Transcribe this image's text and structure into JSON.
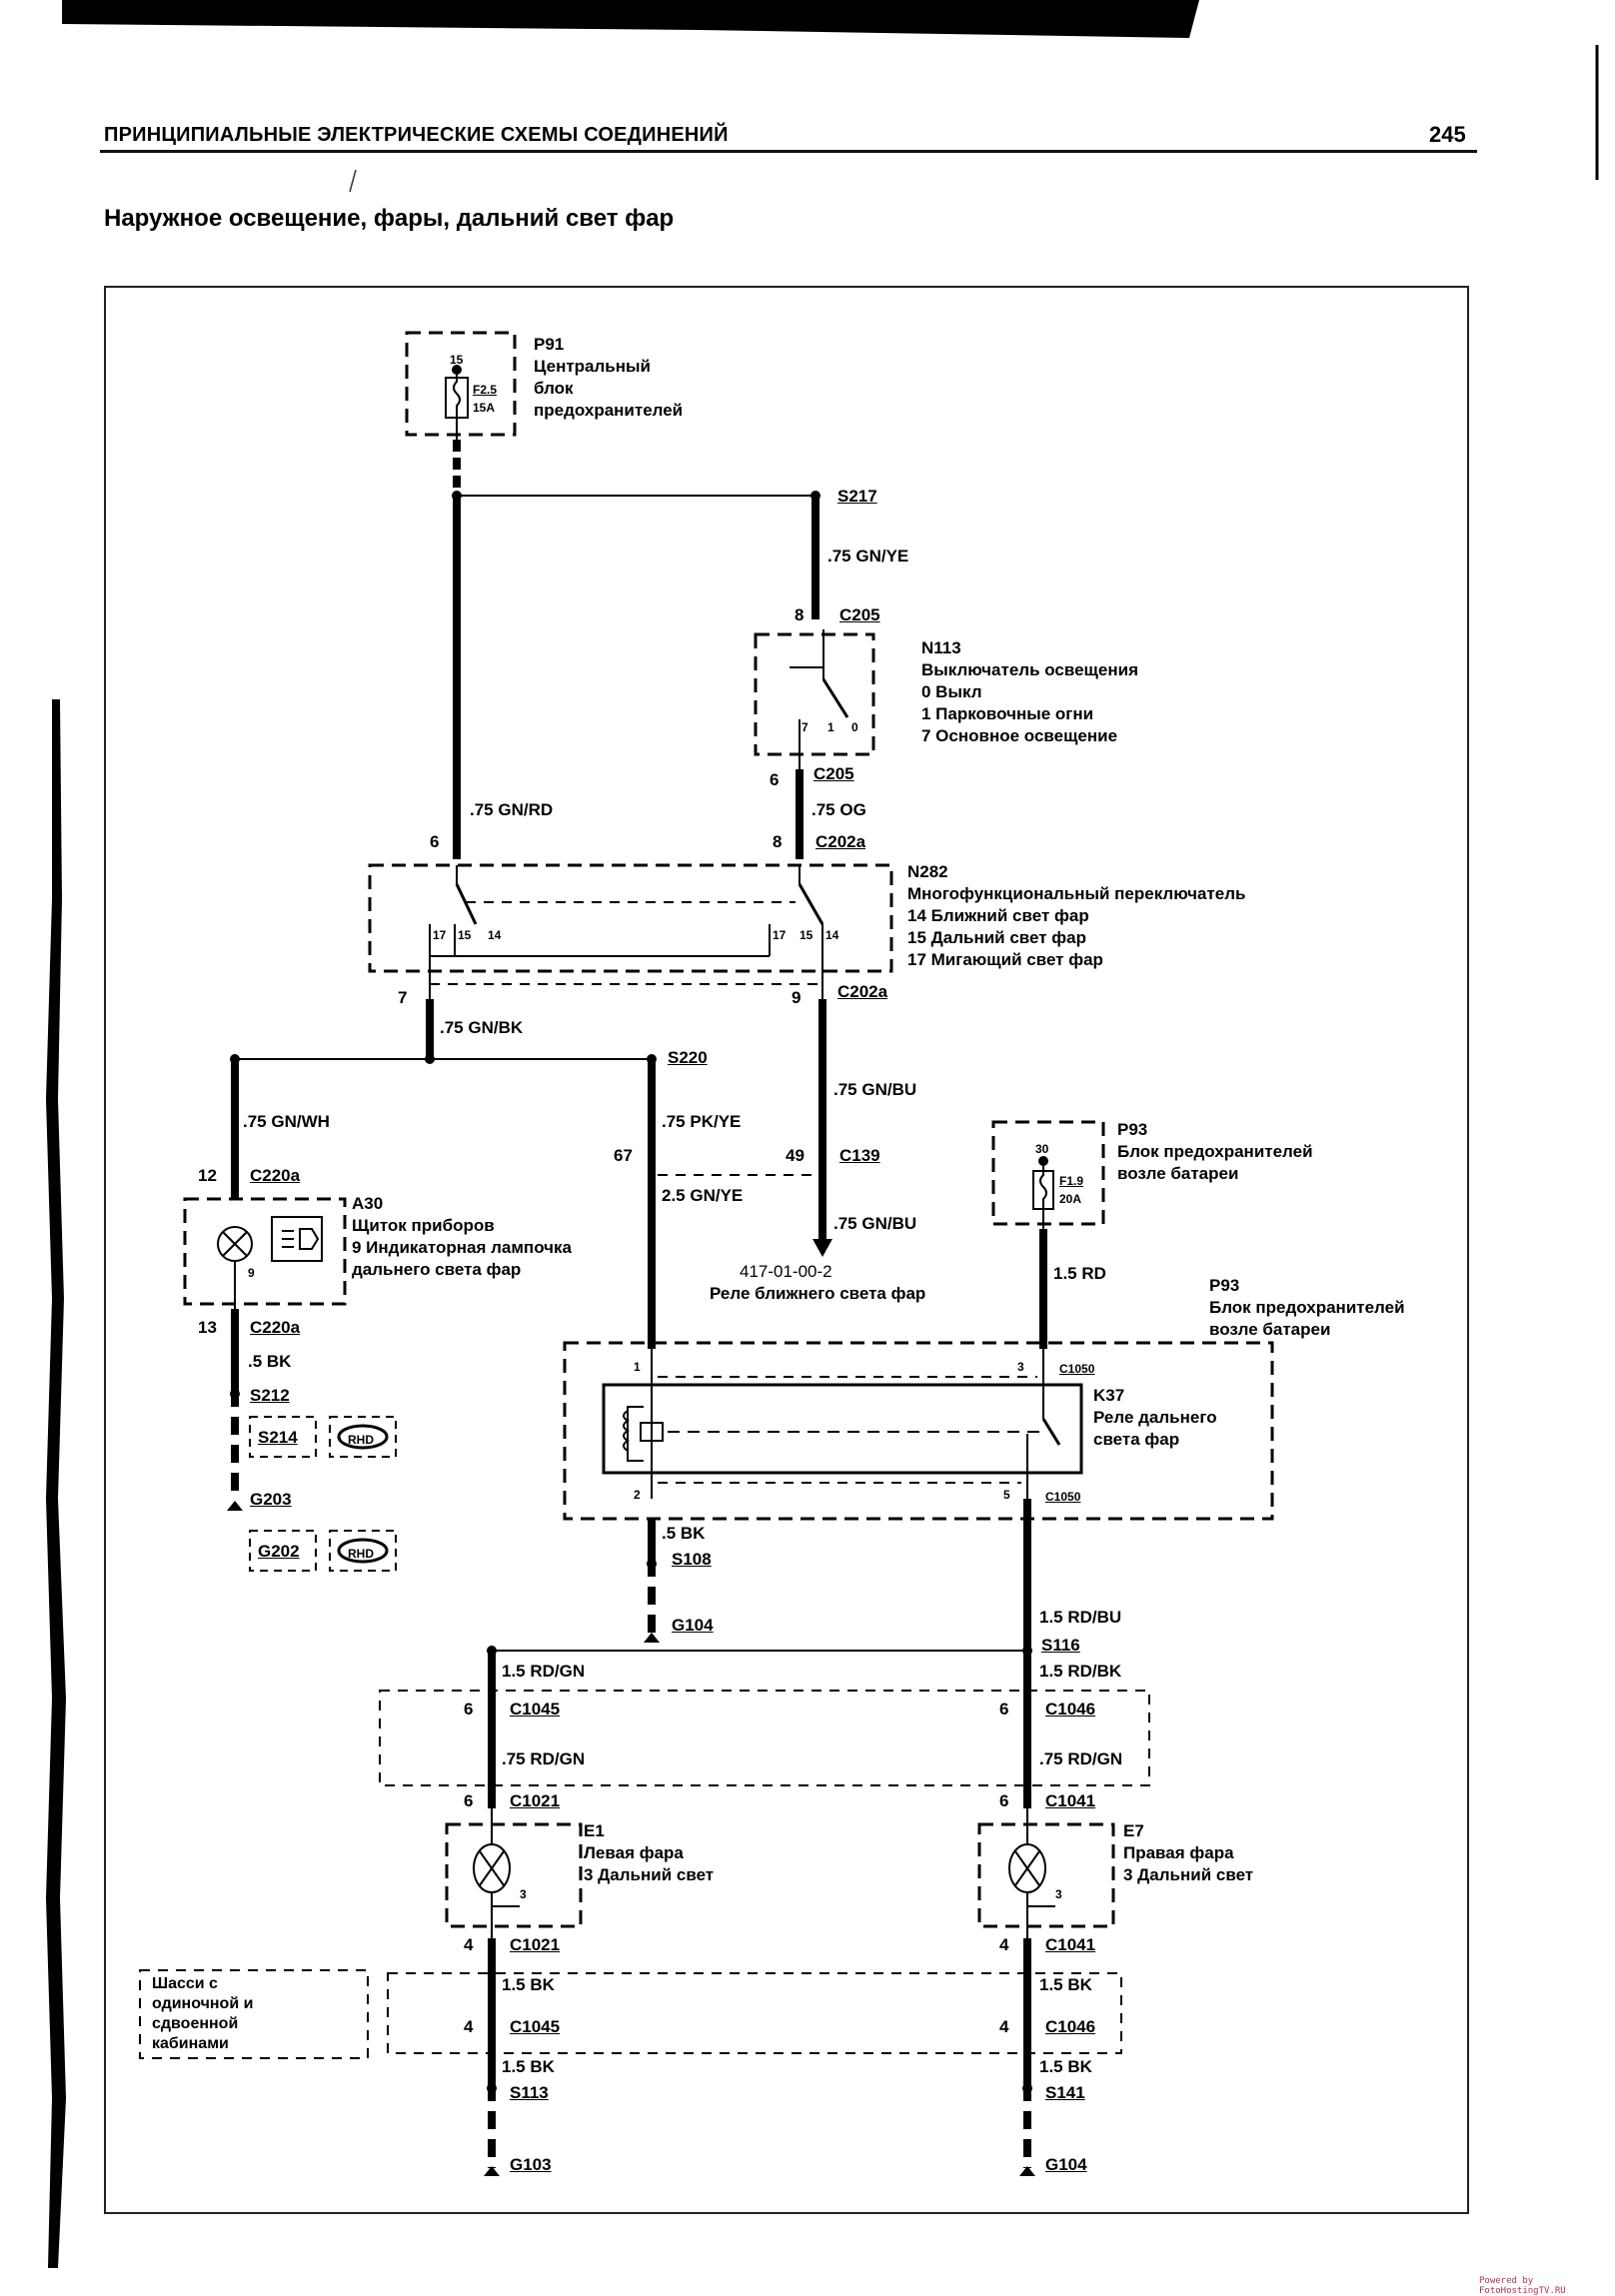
{
  "page": {
    "header": "ПРИНЦИПИАЛЬНЫЕ ЭЛЕКТРИЧЕСКИЕ СХЕМЫ СОЕДИНЕНИЙ",
    "page_number": "245",
    "subtitle": "Наружное освещение, фары, дальний свет фар",
    "watermark": "Powered by FotoHostingTV.RU"
  },
  "components": {
    "p91": {
      "id": "P91",
      "lines": [
        "Центральный",
        "блок",
        "предохранителей"
      ],
      "pin": "15",
      "fuse": "F2.5",
      "rating": "15A"
    },
    "n113": {
      "id": "N113",
      "lines": [
        "Выключатель освещения",
        "0 Выкл",
        "1 Парковочные огни",
        "7 Основное освещение"
      ],
      "pins": [
        "7",
        "1",
        "0"
      ]
    },
    "n282": {
      "id": "N282",
      "lines": [
        "Многофункциональный переключатель",
        "14 Ближний свет фар",
        "15 Дальний свет фар",
        "17 Мигающий свет фар"
      ],
      "pins": [
        "17",
        "15",
        "14",
        "17",
        "15",
        "14"
      ]
    },
    "a30": {
      "id": "A30",
      "lines": [
        "Щиток приборов",
        "9 Индикаторная лампочка",
        "дальнего света фар"
      ],
      "pin": "9"
    },
    "p93_fuse": {
      "id": "P93",
      "lines": [
        "Блок предохранителей",
        "возле батареи"
      ],
      "pin": "30",
      "fuse": "F1.9",
      "rating": "20A"
    },
    "p93_relay_box": {
      "id": "P93",
      "lines": [
        "Блок предохранителей",
        "возле батареи"
      ]
    },
    "k37": {
      "id": "K37",
      "lines": [
        "Реле дальнего",
        "света фар"
      ],
      "pins": [
        "1",
        "3",
        "2",
        "5"
      ],
      "connector": "C1050"
    },
    "e1": {
      "id": "E1",
      "lines": [
        "Левая фара",
        "3 Дальний свет"
      ],
      "pin": "3"
    },
    "e7": {
      "id": "E7",
      "lines": [
        "Правая фара",
        "3 Дальний свет"
      ],
      "pin": "3"
    },
    "chassis_note": {
      "lines": [
        "Шасси с",
        "одиночной и",
        "сдвоенной",
        "кабинами"
      ]
    },
    "low_beam_ref": {
      "code": "417-01-00-2",
      "label": "Реле ближнего света фар"
    }
  },
  "splices": [
    "S217",
    "S220",
    "S212",
    "S214",
    "S108",
    "S116",
    "S113",
    "S141"
  ],
  "grounds": [
    "G203",
    "G202",
    "G104",
    "G103",
    "G104"
  ],
  "rhd_badge": "RHD",
  "wires": {
    "w_gnye": ".75 GN/YE",
    "w_gnrd": ".75 GN/RD",
    "w_og": ".75 OG",
    "w_gnbk": ".75 GN/BK",
    "w_gnwh": ".75 GN/WH",
    "w_pkye": ".75 PK/YE",
    "w_gnbu1": ".75 GN/BU",
    "w_gnye25": "2.5 GN/YE",
    "w_gnbu2": ".75 GN/BU",
    "w_rd": "1.5 RD",
    "w_bk05a": ".5 BK",
    "w_bk05b": ".5 BK",
    "w_rdbu": "1.5 RD/BU",
    "w_rdgn": "1.5 RD/GN",
    "w_rdbk": "1.5 RD/BK",
    "w_rdgn075a": ".75 RD/GN",
    "w_rdgn075b": ".75 RD/GN",
    "w_bk15a": "1.5 BK",
    "w_bk15b": "1.5 BK",
    "w_bk15c": "1.5 BK",
    "w_bk15d": "1.5 BK"
  },
  "connectors": {
    "c205_top": {
      "pin": "8",
      "name": "C205"
    },
    "c205_bot": {
      "pin": "6",
      "name": "C205"
    },
    "c202a_l": {
      "pin": "6"
    },
    "c202a_r": {
      "pin": "8",
      "name": "C202a"
    },
    "c202a_bl": {
      "pin": "7"
    },
    "c202a_br": {
      "pin": "9",
      "name": "C202a"
    },
    "c220a_top": {
      "pin": "12",
      "name": "C220a"
    },
    "c220a_bot": {
      "pin": "13",
      "name": "C220a"
    },
    "c139_l": {
      "pin": "67"
    },
    "c139_r": {
      "pin": "49",
      "name": "C139"
    },
    "c1045_top": {
      "pin": "6",
      "name": "C1045"
    },
    "c1046_top": {
      "pin": "6",
      "name": "C1046"
    },
    "c1021_top": {
      "pin": "6",
      "name": "C1021"
    },
    "c1041_top": {
      "pin": "6",
      "name": "C1041"
    },
    "c1021_bot": {
      "pin": "4",
      "name": "C1021"
    },
    "c1041_bot": {
      "pin": "4",
      "name": "C1041"
    },
    "c1045_bot": {
      "pin": "4",
      "name": "C1045"
    },
    "c1046_bot": {
      "pin": "4",
      "name": "C1046"
    }
  }
}
